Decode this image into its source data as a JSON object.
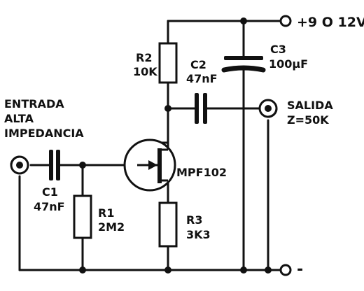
{
  "supply": {
    "label": "+9 O  12V"
  },
  "r2": {
    "name": "R2",
    "value": "10K"
  },
  "c2": {
    "name": "C2",
    "value": "47nF"
  },
  "c3": {
    "name": "C3",
    "value": "100µF"
  },
  "output": {
    "label": "SALIDA",
    "impedance": "Z=50K"
  },
  "input": {
    "line1": "ENTRADA",
    "line2": "ALTA",
    "line3": "IMPEDANCIA"
  },
  "c1": {
    "name": "C1",
    "value": "47nF"
  },
  "r1": {
    "name": "R1",
    "value": "2M2"
  },
  "transistor": {
    "name": "MPF102"
  },
  "r3": {
    "name": "R3",
    "value": "3K3"
  },
  "ground": {
    "label": "-"
  }
}
